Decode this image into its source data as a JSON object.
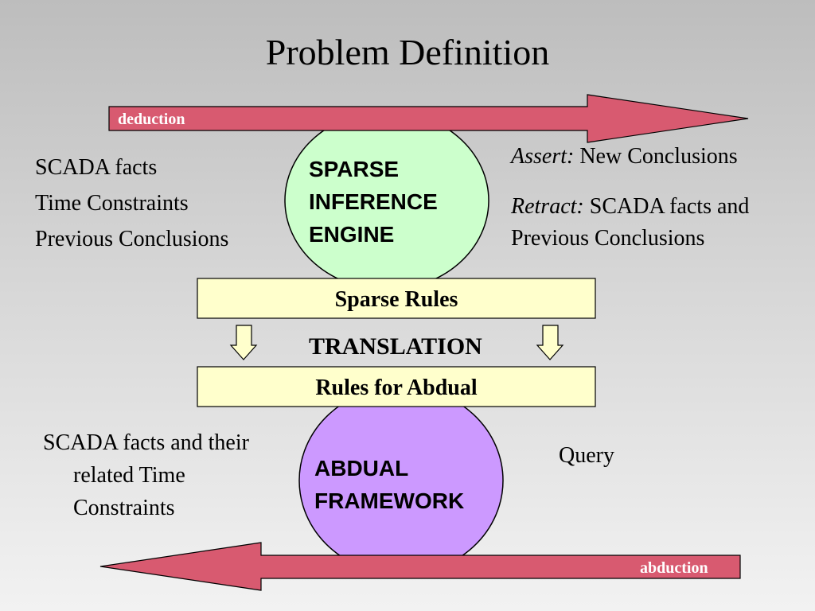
{
  "title": "Problem Definition",
  "deduction_arrow": {
    "label": "deduction",
    "fill": "#d85a70"
  },
  "abduction_arrow": {
    "label": "abduction",
    "fill": "#d85a70"
  },
  "inference_engine": {
    "lines": [
      "SPARSE",
      "INFERENCE",
      "ENGINE"
    ],
    "fill": "#ccffcc"
  },
  "abdual_framework": {
    "lines": [
      "ABDUAL",
      "FRAMEWORK"
    ],
    "fill": "#cc99ff"
  },
  "left_top_items": [
    "SCADA facts",
    "Time Constraints",
    "Previous Conclusions"
  ],
  "right_top": {
    "assert_label": "Assert:",
    "assert_text": "New Conclusions",
    "retract_label": "Retract:",
    "retract_text": "SCADA facts and",
    "retract_text_2": "Previous Conclusions"
  },
  "sparse_rules_box": {
    "label": "Sparse Rules",
    "fill": "#ffffcc"
  },
  "translation": {
    "label": "TRANSLATION",
    "arrow_fill": "#ffffcc"
  },
  "abdual_rules_box": {
    "label": "Rules for Abdual",
    "fill": "#ffffcc"
  },
  "left_bottom": {
    "line1": "SCADA facts and their",
    "line2": "related Time",
    "line3": "Constraints"
  },
  "query": "Query"
}
